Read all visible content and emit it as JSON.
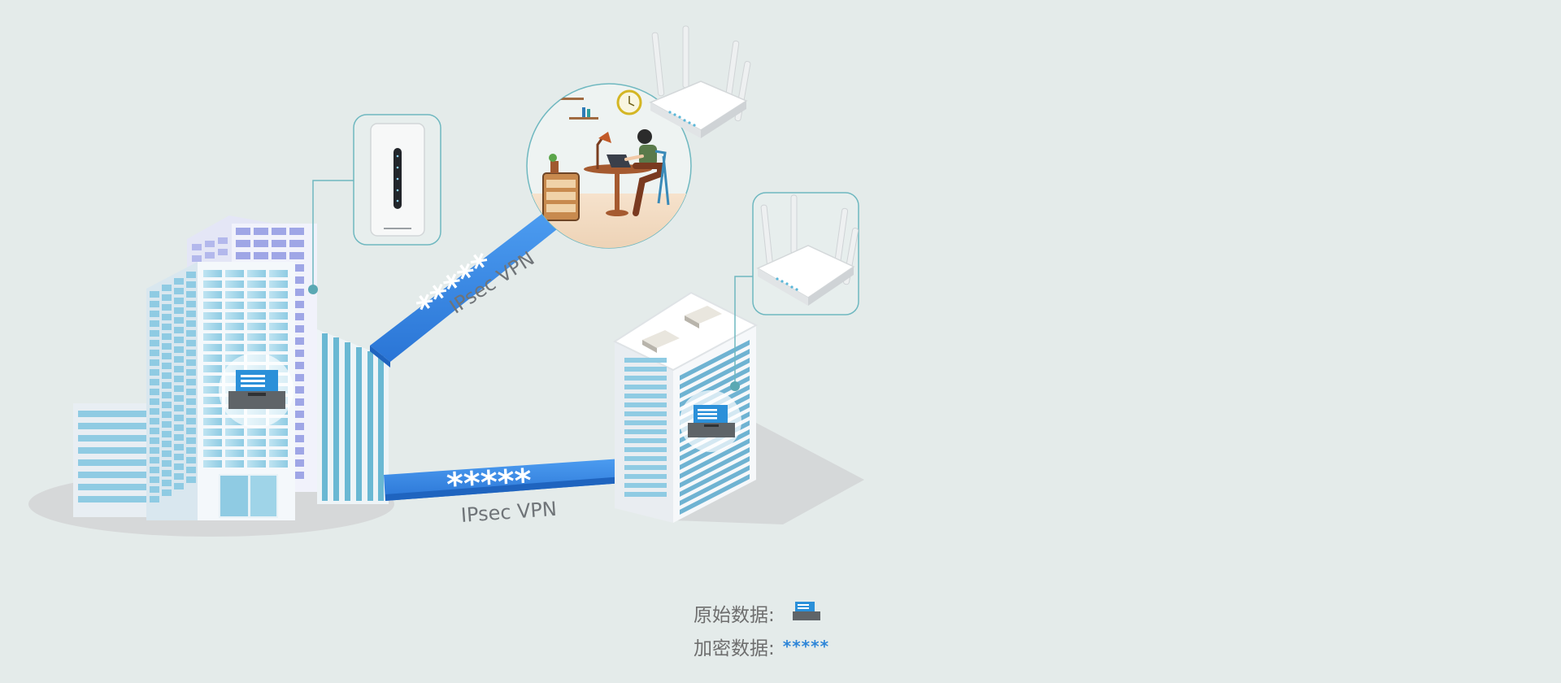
{
  "diagram": {
    "links": [
      {
        "label": "IPsec VPN",
        "encrypted_marker": "*****",
        "from": "headquarters",
        "to": "home-office"
      },
      {
        "label": "IPsec VPN",
        "encrypted_marker": "*****",
        "from": "headquarters",
        "to": "branch-office"
      }
    ],
    "legend": {
      "raw_label": "原始数据:",
      "encrypted_label": "加密数据:",
      "encrypted_symbol": "*****"
    },
    "colors": {
      "background": "#e4ebea",
      "tunnel": "#2f86e0",
      "callout": "#6fb8c0",
      "window_blue": "#9fd4e8",
      "window_purple": "#9fa6e6",
      "data_icon": "#2b90d9"
    }
  }
}
